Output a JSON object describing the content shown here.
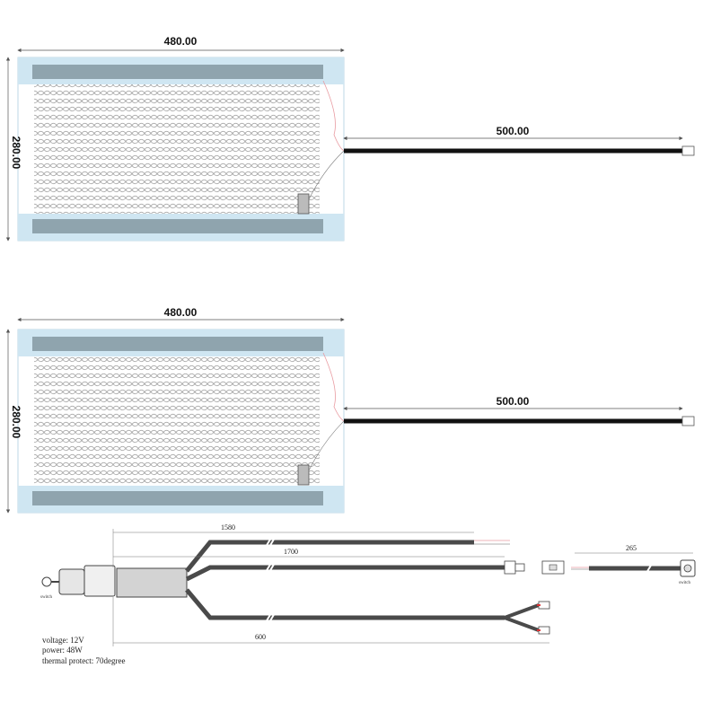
{
  "pad_top": {
    "width_label": "480.00",
    "height_label": "280.00",
    "lead_label": "500.00"
  },
  "pad_bottom": {
    "width_label": "480.00",
    "height_label": "280.00",
    "lead_label": "500.00"
  },
  "harness": {
    "dim_1580": "1580",
    "dim_1700": "1700",
    "dim_600": "600",
    "dim_265": "265",
    "switch_left_label": "switch",
    "switch_right_label": "switch"
  },
  "specs": {
    "voltage": "voltage:  12V",
    "power": "power:  48W",
    "thermal": "thermal protect:  70degree"
  },
  "colors": {
    "strip": "#8fa4ae",
    "band": "#cfe6f2",
    "cable": "#4a4a4a",
    "lead": "#111111",
    "grid": "#9a9a9a"
  }
}
